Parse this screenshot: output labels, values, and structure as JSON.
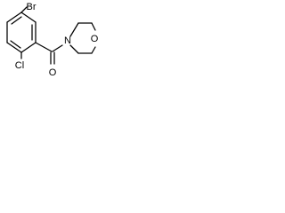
{
  "molecule": {
    "labels": {
      "bromine": "Br",
      "chlorine": "Cl",
      "oxygen": "O",
      "nitrogen": "N"
    },
    "colors": {
      "bond": "#000000",
      "label": "#000000",
      "background": "#ffffff"
    }
  }
}
